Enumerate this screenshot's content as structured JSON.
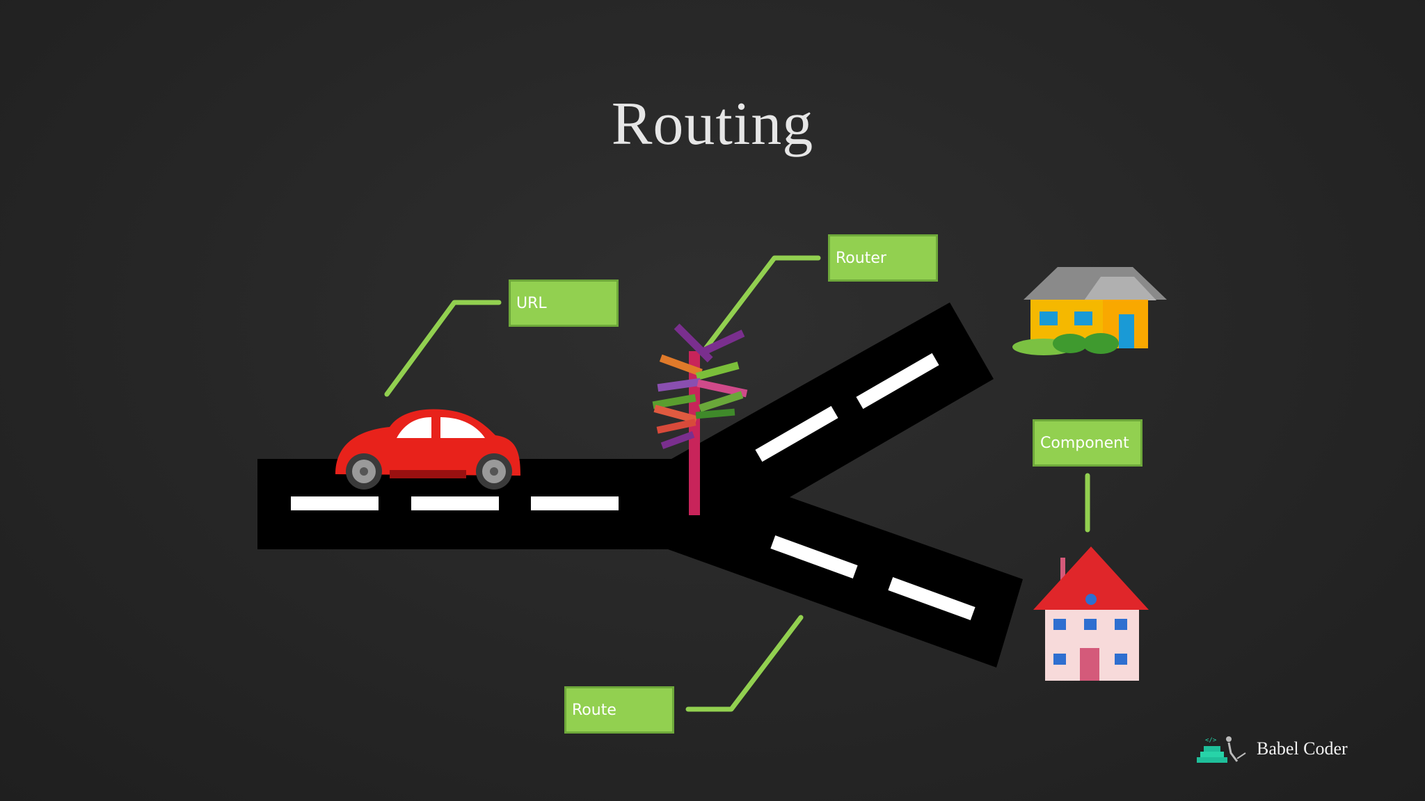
{
  "slide": {
    "title": "Routing"
  },
  "labels": {
    "url": "URL",
    "router": "Router",
    "component": "Component",
    "route": "Route"
  },
  "brand": {
    "name": "Babel Coder"
  },
  "colors": {
    "label_fill": "#92d050",
    "label_border": "#6ea83a",
    "connector": "#92d050",
    "road": "#000000",
    "road_marking": "#ffffff",
    "car": "#e8221b",
    "house_yellow": "#f5b800",
    "house_red_roof": "#e0262a"
  }
}
